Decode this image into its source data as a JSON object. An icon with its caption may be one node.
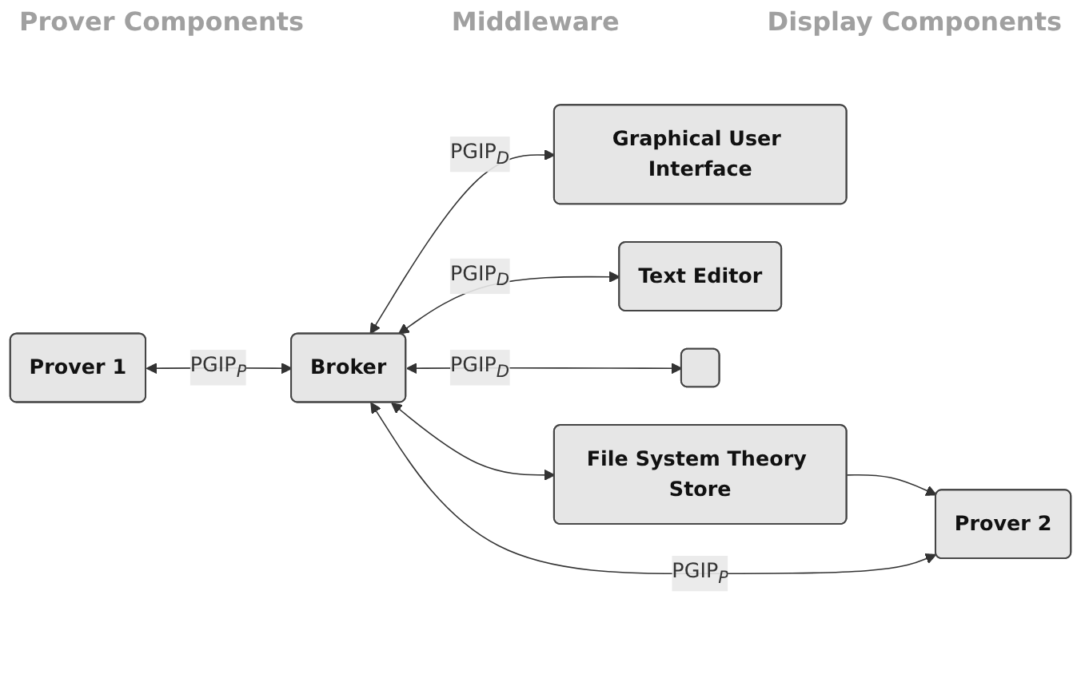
{
  "diagram": {
    "nodes": [
      {
        "text": [
          "Prover 1"
        ]
      },
      {
        "text": [
          "Prover 2"
        ]
      },
      {
        "text": [
          "Broker"
        ]
      },
      {
        "text": [
          "Graphical User Interface"
        ]
      },
      {
        "text": [
          "Text Editor"
        ]
      },
      {
        "text": [],
        "shape": "box"
      },
      {
        "text": [
          "File System Theory Store"
        ]
      }
    ],
    "edges": [
      {
        "from": 0,
        "to": 2,
        "arrow": "both",
        "label": "PGIP$_{P}$"
      },
      {
        "from": 1,
        "to": 2,
        "arrow": "both",
        "label": "PGIP$_{P}$"
      },
      {
        "from": 2,
        "to": 3,
        "arrow": "both",
        "label": "PGIP$_{D}$"
      },
      {
        "from": 2,
        "to": 4,
        "arrow": "both",
        "label": "PGIP$_{D}$"
      },
      {
        "from": 2,
        "to": 5,
        "arrow": "both",
        "label": "PGIP$_{D}$"
      },
      {
        "from": 2,
        "to": 6,
        "arrow": "both"
      },
      {
        "from": 6,
        "to": 1,
        "arrow": "to"
      }
    ],
    "labels": [
      "Prover Components",
      "Middleware",
      "Display Components"
    ]
  }
}
